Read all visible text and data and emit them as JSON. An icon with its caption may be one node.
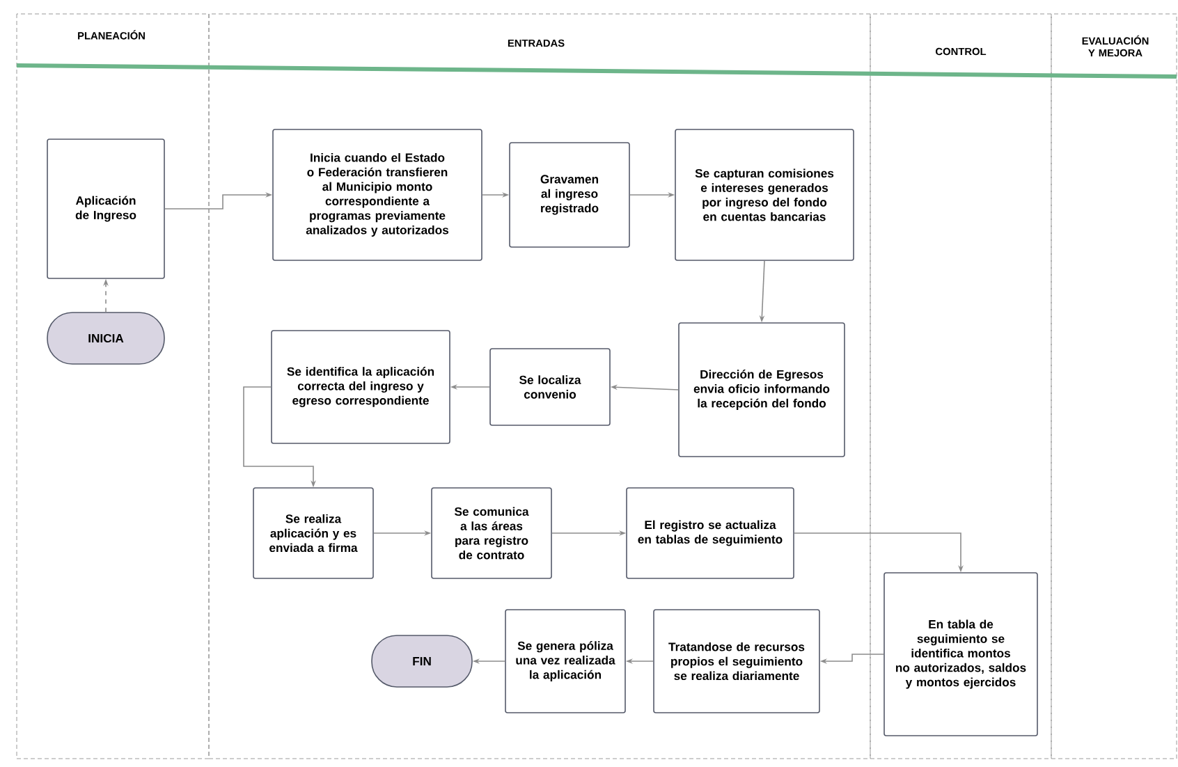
{
  "diagram": {
    "nodes": [
      {
        "text": [
          "PLANEACIÓN"
        ]
      },
      {
        "text": [
          "ENTRADAS"
        ]
      },
      {
        "text": [
          "CONTROL"
        ]
      },
      {
        "text": [
          "EVALUACIÓN Y MEJORA"
        ]
      },
      {
        "text": [
          "Aplicación de Ingreso"
        ],
        "in": 0
      },
      {
        "text": [
          "INICIA"
        ],
        "in": 0
      },
      {
        "text": [
          "Inicia cuando el Estado o Federación transfieren al Municipio monto correspondiente a programas previamente analizados y autorizados"
        ],
        "in": 1
      },
      {
        "text": [
          "Gravamen al ingreso registrado"
        ],
        "in": 1
      },
      {
        "text": [
          "Se capturan comisiones e intereses generados por ingreso del fondo en cuentas bancarias"
        ],
        "in": 1
      },
      {
        "text": [
          "Dirección de Egresos envia oficio informando la recepción del fondo"
        ],
        "in": 1
      },
      {
        "text": [
          "Se localiza convenio"
        ],
        "in": 1
      },
      {
        "text": [
          "Se identifica la aplicación correcta del ingreso y egreso correspondiente"
        ],
        "in": 1
      },
      {
        "text": [
          "Se realiza aplicación y es enviada a firma"
        ],
        "in": 1
      },
      {
        "text": [
          "Se comunica a las áreas para registro de contrato"
        ],
        "in": 1
      },
      {
        "text": [
          "El registro se actualiza en tablas de seguimiento"
        ],
        "in": 1
      },
      {
        "text": [
          "En tabla de seguimiento se identifica montos no autorizados, saldos y montos ejercidos"
        ],
        "in": 2
      },
      {
        "text": [
          "Tratandose de recursos propios el seguimiento se realiza diariamente"
        ],
        "in": 1
      },
      {
        "text": [
          "Se genera póliza una vez realizada la aplicación"
        ],
        "in": 1
      },
      {
        "text": [
          "FIN"
        ],
        "in": 1
      }
    ],
    "edges": [
      {
        "from": 5,
        "to": 4,
        "arrow": "to",
        "style": "dashed"
      },
      {
        "from": 4,
        "to": 6,
        "arrow": "to"
      },
      {
        "from": 6,
        "to": 7,
        "arrow": "to"
      },
      {
        "from": 7,
        "to": 8,
        "arrow": "to"
      },
      {
        "from": 8,
        "to": 9,
        "arrow": "to"
      },
      {
        "from": 9,
        "to": 10,
        "arrow": "to"
      },
      {
        "from": 10,
        "to": 11,
        "arrow": "to"
      },
      {
        "from": 11,
        "to": 12,
        "arrow": "to"
      },
      {
        "from": 12,
        "to": 13,
        "arrow": "to"
      },
      {
        "from": 13,
        "to": 14,
        "arrow": "to"
      },
      {
        "from": 14,
        "to": 15,
        "arrow": "to"
      },
      {
        "from": 15,
        "to": 16,
        "arrow": "to"
      },
      {
        "from": 16,
        "to": 17,
        "arrow": "to"
      },
      {
        "from": 17,
        "to": 18,
        "arrow": "to"
      }
    ]
  }
}
